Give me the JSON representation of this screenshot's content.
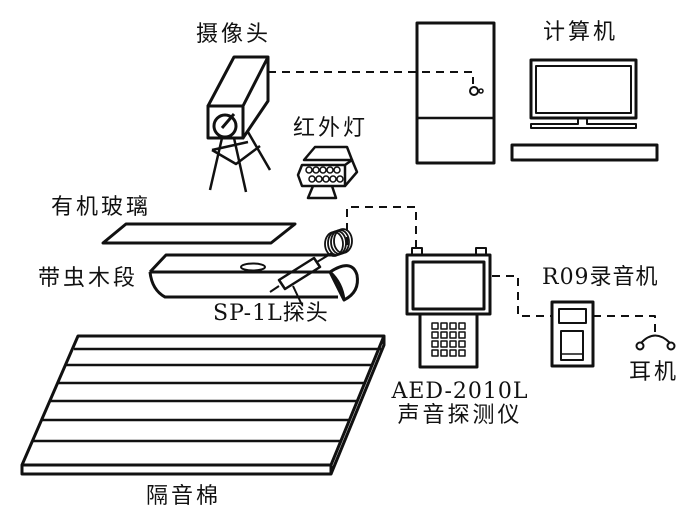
{
  "labels": {
    "camera": "摄像头",
    "computer": "计算机",
    "ir_light": "红外灯",
    "plexiglass": "有机玻璃",
    "wood": "带虫木段",
    "probe": "SP-1L探头",
    "recorder": "R09录音机",
    "detector_model": "AED-2010L",
    "detector_name": "声音探测仪",
    "earphone": "耳机",
    "foam": "隔音棉"
  }
}
